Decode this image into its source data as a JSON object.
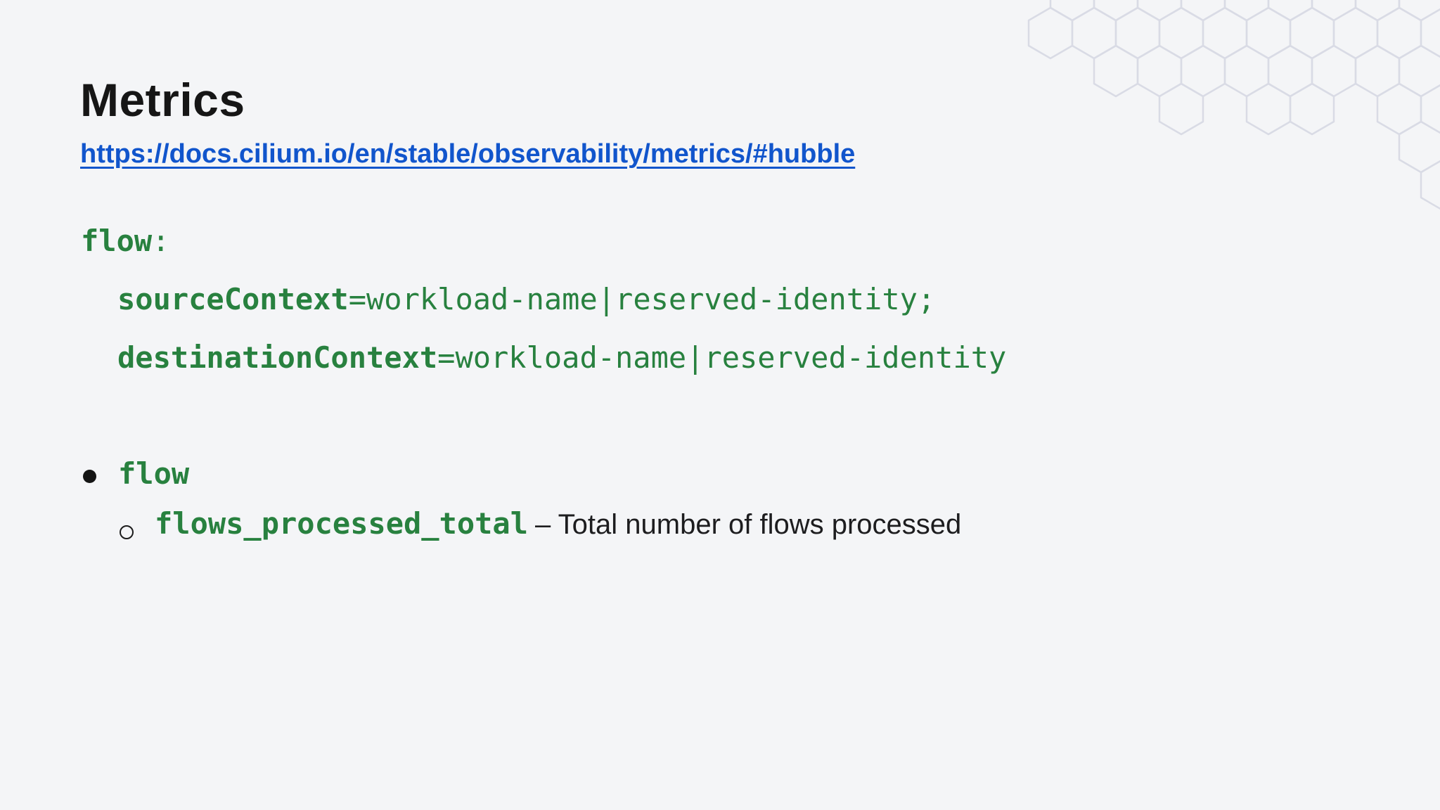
{
  "page": {
    "background": "#f4f5f7"
  },
  "header": {
    "title": "Metrics"
  },
  "link": {
    "text": "https://docs.cilium.io/en/stable/observability/metrics/#hubble",
    "color": "#1155cc"
  },
  "code_block": {
    "color": "#28813f",
    "lines": [
      {
        "keyword": "flow",
        "rest": ":"
      },
      {
        "keyword": "sourceContext",
        "rest": "=workload-name|reserved-identity;"
      },
      {
        "keyword": "destinationContext",
        "rest": "=workload-name|reserved-identity"
      }
    ]
  },
  "list": {
    "items": [
      {
        "level": 1,
        "marker": "filled-circle",
        "code": "flow",
        "text": ""
      },
      {
        "level": 2,
        "marker": "hollow-circle",
        "code": "flows_processed_total",
        "text": "– Total number of flows processed"
      }
    ]
  },
  "decor": {
    "hex_stroke": "#d9dbe5"
  }
}
